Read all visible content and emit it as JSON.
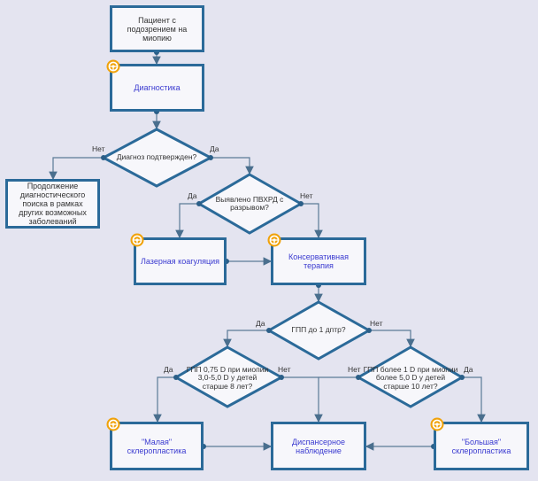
{
  "nodes": {
    "start": "Пациент с подозрением на миопию",
    "diagnostics": "Диагностика",
    "q_diagnosis": "Диагноз подтвержден?",
    "continue_search": "Продолжение диагностического поиска в рамках других возможных заболеваний",
    "q_pvhrd": "Выявлено ПВХРД с разрывом?",
    "laser": "Лазерная коагуляция",
    "conservative": "Консервативная терапия",
    "q_gpp1": "ГПП до 1 дптр?",
    "q_gpp075": "ГПП 0,75 D при миопии 3,0-5,0 D у детей старше 8 лет?",
    "q_gpp_over1": "ГПП более 1 D при миопии более 5,0 D у детей старше 10 лет?",
    "small_scleroplasty": "\"Малая\" склеропластика",
    "dispensary": "Диспансерное наблюдение",
    "big_scleroplasty": "\"Большая\" склеропластика"
  },
  "branch_labels": {
    "yes": "Да",
    "no": "Нет"
  },
  "icons": [
    "steering-wheel-badge-icon"
  ],
  "colors": {
    "box_border": "#2b6a99",
    "box_fill": "#f7f7fb",
    "background": "#e4e4f0",
    "link_text": "#3a3ad0",
    "badge": "#f0a20a"
  }
}
